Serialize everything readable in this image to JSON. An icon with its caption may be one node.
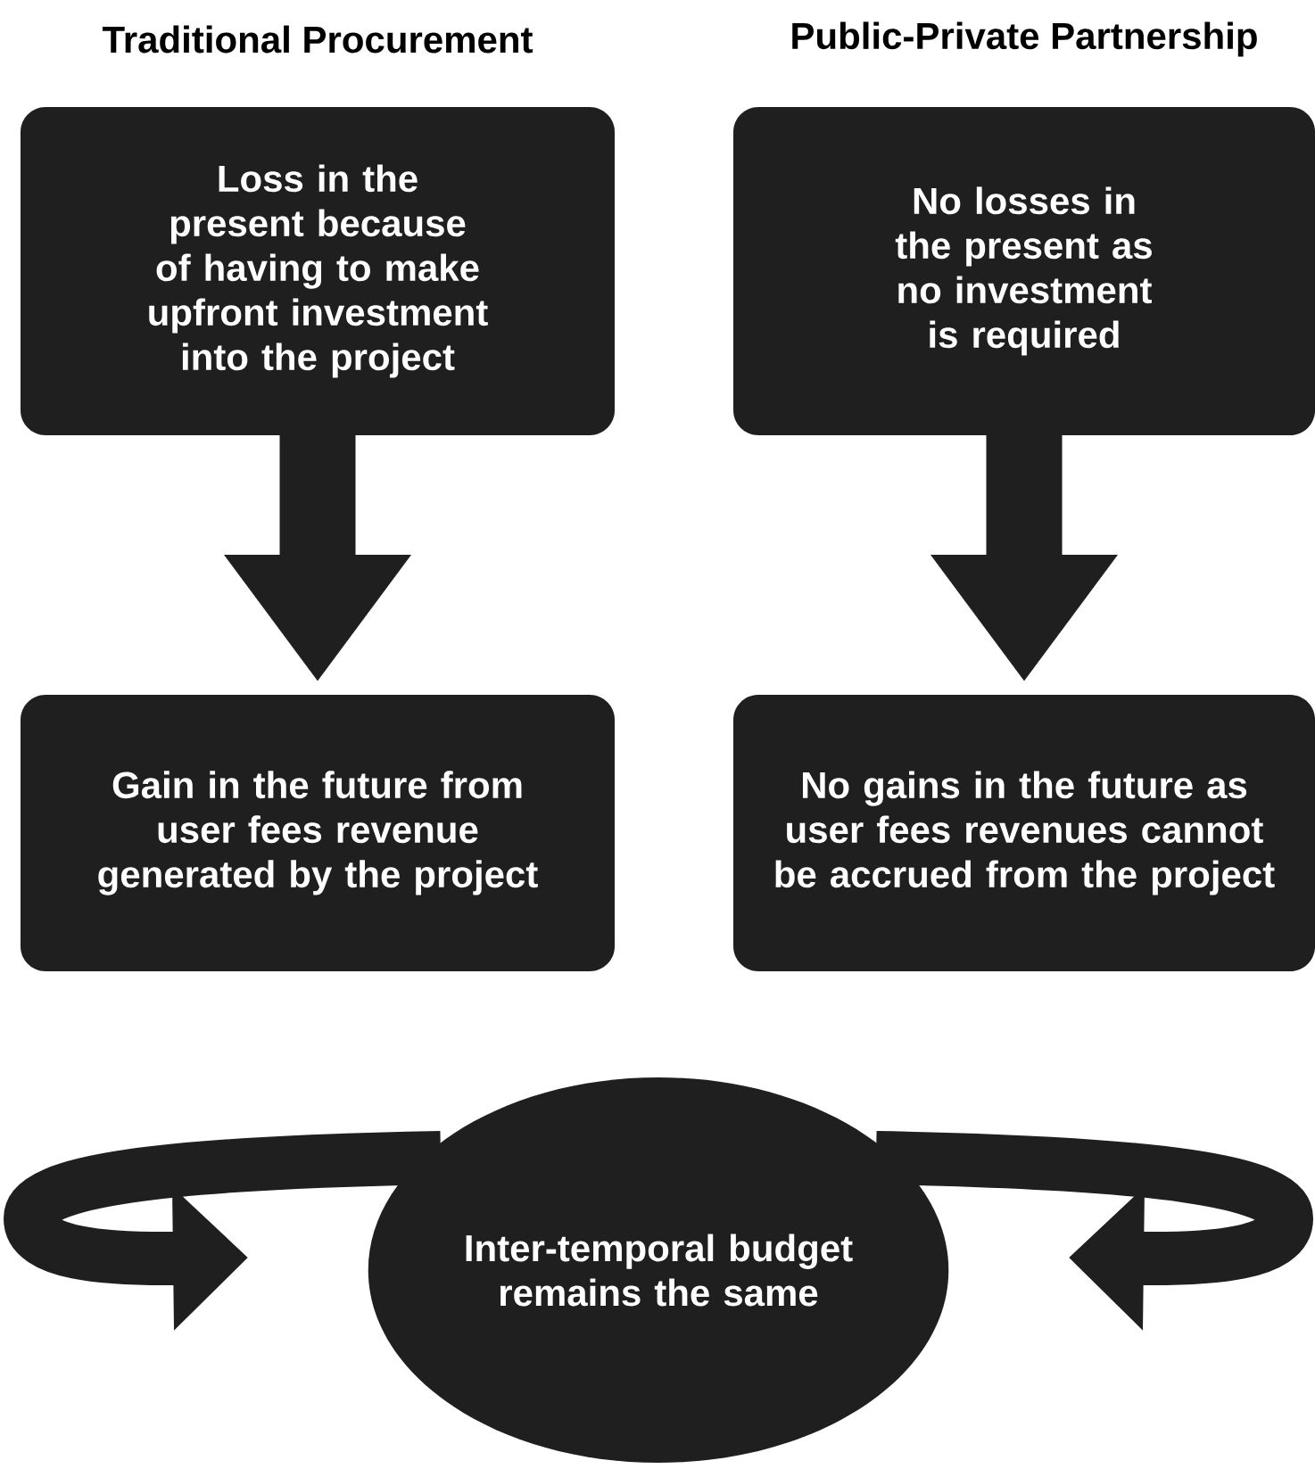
{
  "diagram": {
    "nodes": [
      {
        "text": [
          "Traditional Procurement",
          "Loss in the present because of having to make upfront investment into the project"
        ]
      },
      {
        "text": [
          "Public-Private Partnership",
          "No losses in the present as no investment is required"
        ]
      },
      {
        "text": [
          "Gain in the future from user fees revenue generated by the project"
        ]
      },
      {
        "text": [
          "No gains in the future as user fees revenues cannot be accrued from the project"
        ]
      },
      {
        "text": [
          "Inter-temporal budget remains the same"
        ]
      }
    ],
    "edges": [
      {
        "from": 0,
        "to": 2,
        "arrow": "to"
      },
      {
        "from": 1,
        "to": 3,
        "arrow": "to"
      },
      {
        "from": 4,
        "to": null,
        "arrow": "to"
      },
      {
        "from": 4,
        "to": null,
        "arrow": "to"
      }
    ]
  }
}
